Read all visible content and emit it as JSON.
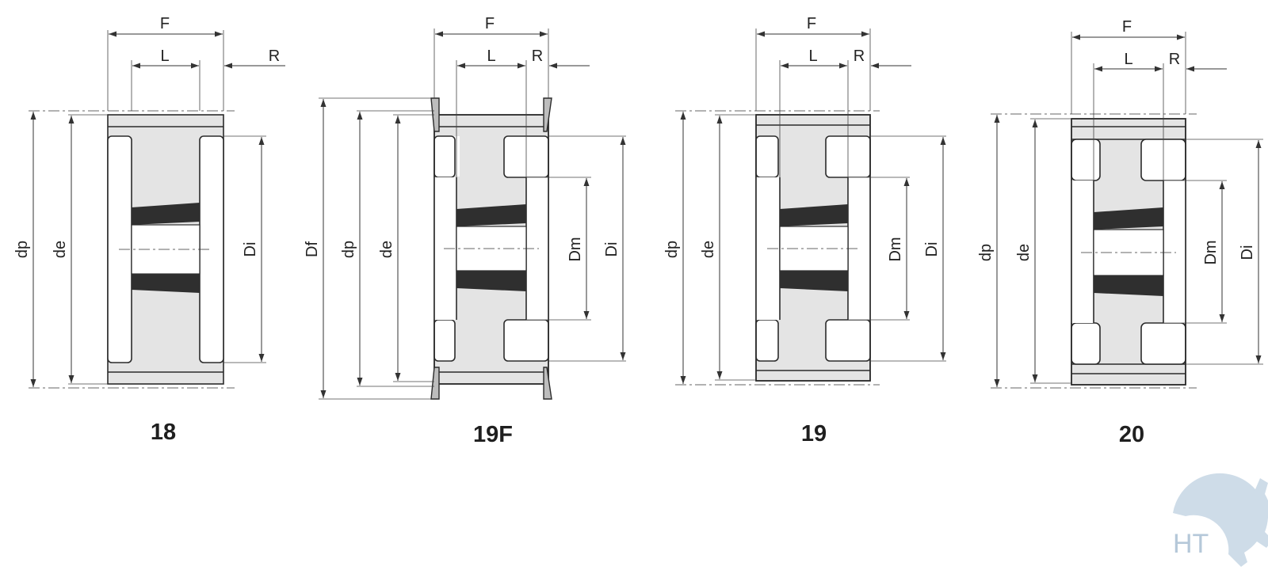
{
  "drawings": [
    {
      "caption": "18",
      "labels": {
        "F": "F",
        "L": "L",
        "R": "R",
        "dp": "dp",
        "de": "de",
        "Di": "Di"
      }
    },
    {
      "caption": "19F",
      "labels": {
        "F": "F",
        "L": "L",
        "R": "R",
        "Df": "Df",
        "dp": "dp",
        "de": "de",
        "Dm": "Dm",
        "Di": "Di"
      }
    },
    {
      "caption": "19",
      "labels": {
        "F": "F",
        "L": "L",
        "R": "R",
        "dp": "dp",
        "de": "de",
        "Dm": "Dm",
        "Di": "Di"
      }
    },
    {
      "caption": "20",
      "labels": {
        "F": "F",
        "L": "L",
        "R": "R",
        "dp": "dp",
        "de": "de",
        "Dm": "Dm",
        "Di": "Di"
      }
    }
  ],
  "logo": {
    "text": "HT",
    "name": "gear-logo"
  },
  "colors": {
    "line": "#2b2b2b",
    "fill": "#e4e4e4",
    "band": "#2f2f2f",
    "logo": "#c6d6e4"
  }
}
